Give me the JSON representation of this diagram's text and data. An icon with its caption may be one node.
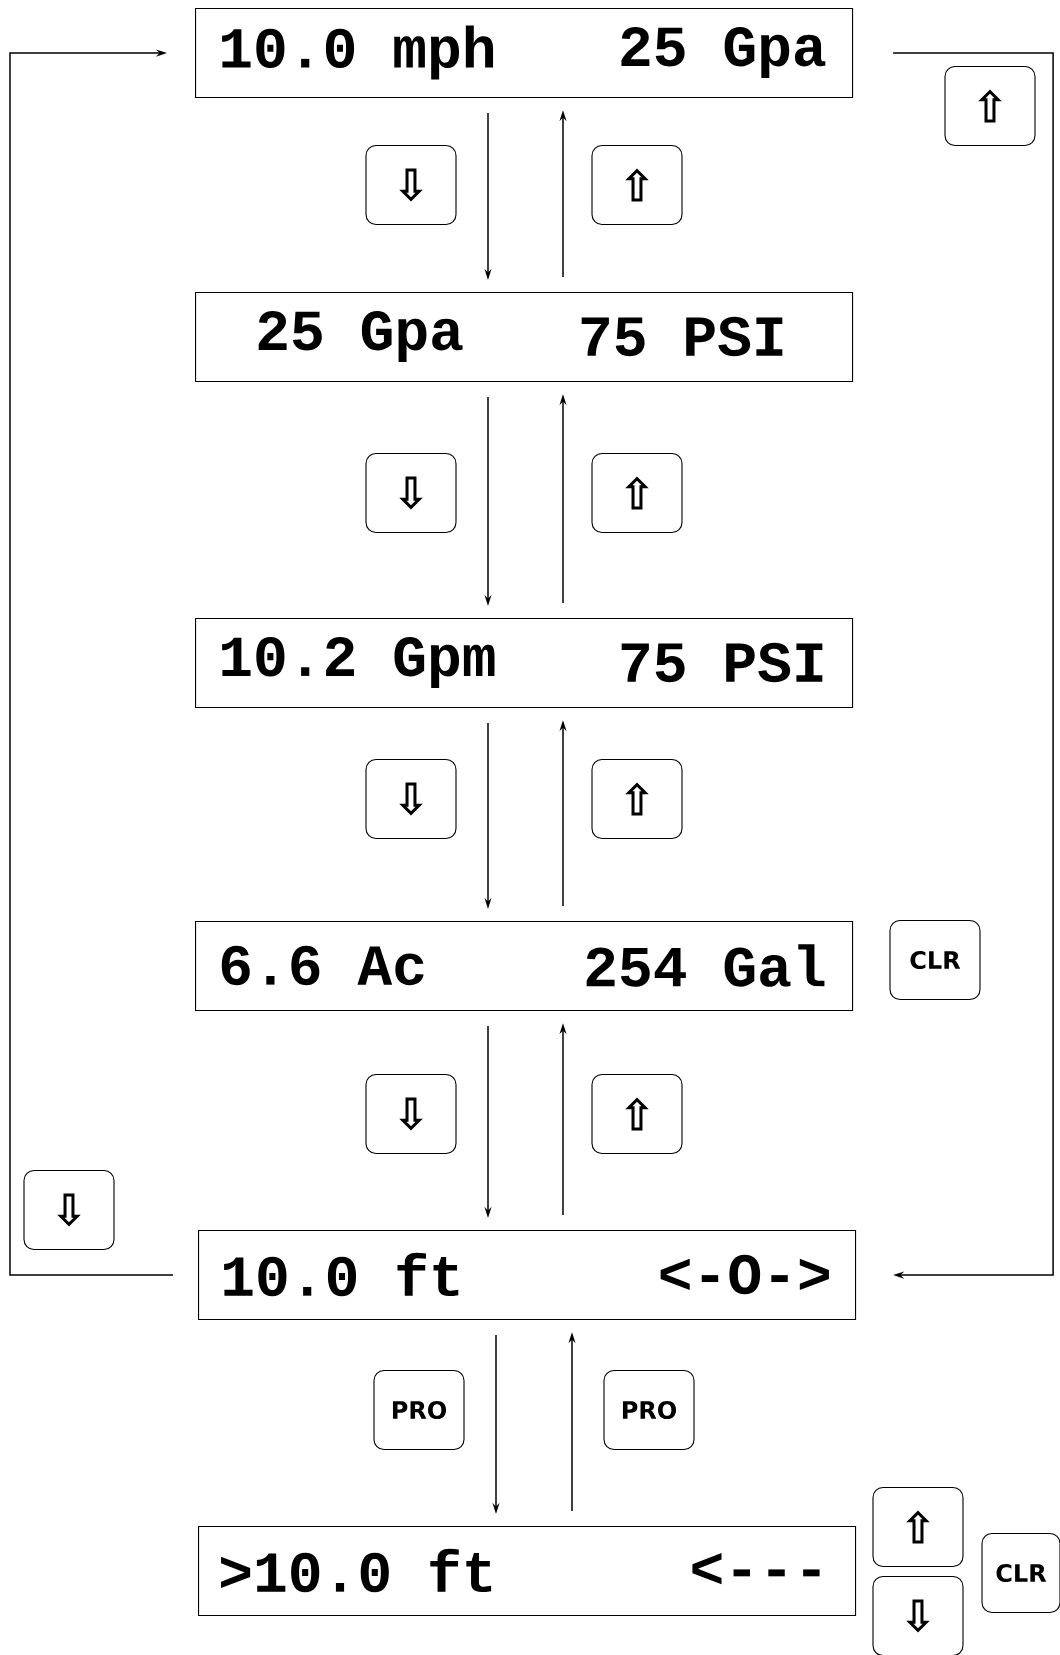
{
  "diagram": {
    "nodes": [
      {
        "text": [
          "10.0 mph",
          "25 Gpa"
        ]
      },
      {
        "text": [
          "25 Gpa",
          "75 PSI"
        ]
      },
      {
        "text": [
          "10.2 Gpm",
          "75 PSI"
        ]
      },
      {
        "text": [
          "6.6 Ac",
          "254 Gal"
        ],
        "beside": [
          "CLR"
        ]
      },
      {
        "text": [
          "10.0 ft",
          "<-O->"
        ]
      },
      {
        "text": [
          ">10.0 ft",
          "<---"
        ],
        "beside": [
          "⇧",
          "⇩",
          "CLR"
        ]
      }
    ],
    "edges": [
      {
        "from": 0,
        "to": 1,
        "arrow": "to",
        "label": "⇩"
      },
      {
        "from": 1,
        "to": 0,
        "arrow": "to",
        "label": "⇧"
      },
      {
        "from": 1,
        "to": 2,
        "arrow": "to",
        "label": "⇩"
      },
      {
        "from": 2,
        "to": 1,
        "arrow": "to",
        "label": "⇧"
      },
      {
        "from": 2,
        "to": 3,
        "arrow": "to",
        "label": "⇩"
      },
      {
        "from": 3,
        "to": 2,
        "arrow": "to",
        "label": "⇧"
      },
      {
        "from": 3,
        "to": 4,
        "arrow": "to",
        "label": "⇩"
      },
      {
        "from": 4,
        "to": 3,
        "arrow": "to",
        "label": "⇧"
      },
      {
        "from": 4,
        "to": 5,
        "arrow": "to",
        "label": "PRO"
      },
      {
        "from": 5,
        "to": 4,
        "arrow": "to",
        "label": "PRO"
      },
      {
        "from": 4,
        "to": 0,
        "arrow": "to",
        "label": "⇩"
      },
      {
        "from": 0,
        "to": 4,
        "arrow": "to",
        "label": "⇧"
      }
    ]
  }
}
